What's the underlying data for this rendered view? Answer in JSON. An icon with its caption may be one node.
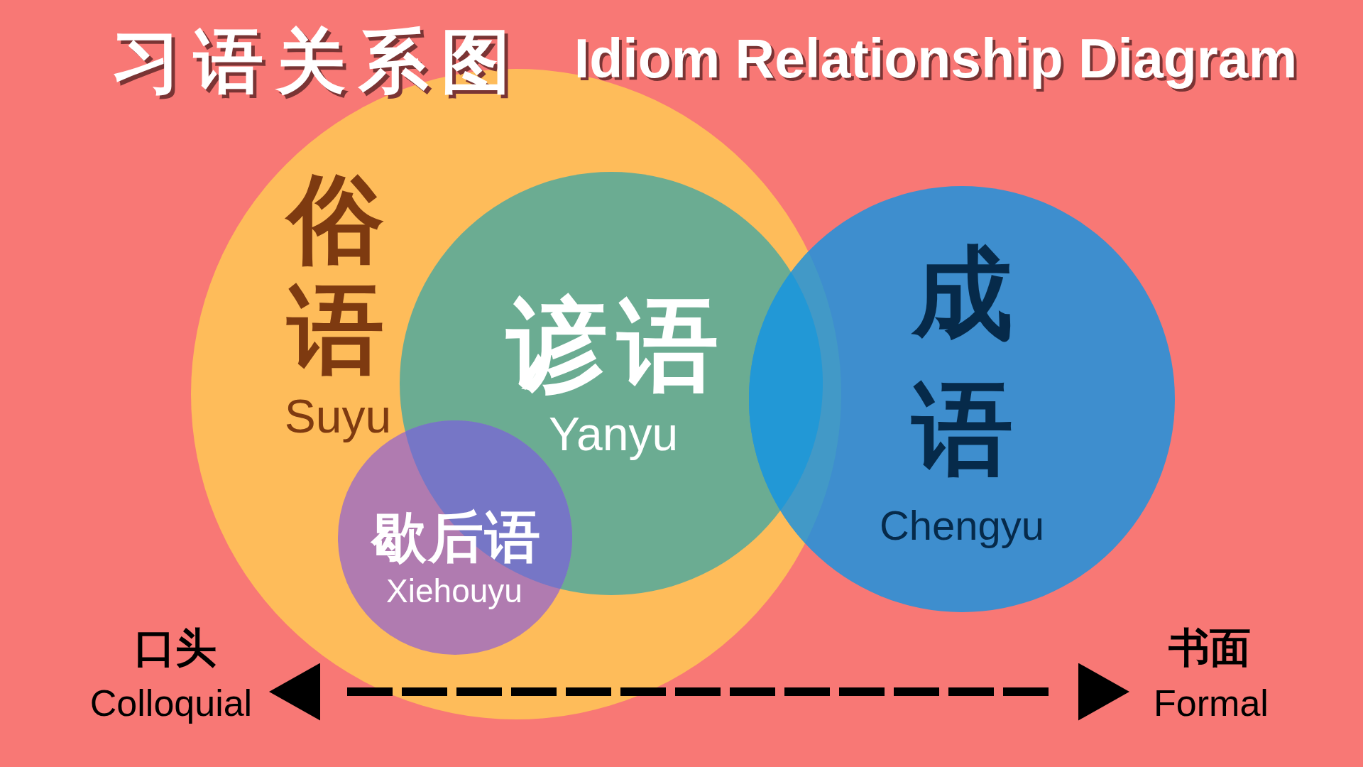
{
  "diagram": {
    "title": "习语关系图",
    "nodes": [
      {
        "text": [
          "俗语",
          "Suyu"
        ]
      },
      {
        "text": [
          "谚语",
          "Yanyu"
        ],
        "in": 0
      },
      {
        "text": [
          "歇后语",
          "Xiehouyu"
        ],
        "in": 0
      },
      {
        "text": [
          "成语",
          "Chengyu"
        ]
      },
      {
        "text": [
          "口头",
          "Colloquial"
        ]
      },
      {
        "text": [
          "书面",
          "Formal"
        ]
      }
    ],
    "edges": [
      {
        "from": 4,
        "to": 5,
        "arrow": "both",
        "style": "dashed"
      }
    ],
    "labels": [
      "Idiom Relationship Diagram"
    ]
  }
}
